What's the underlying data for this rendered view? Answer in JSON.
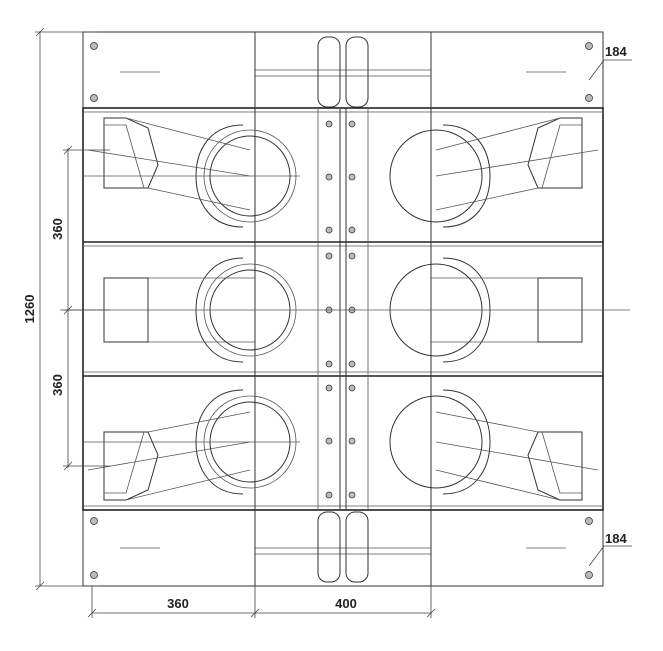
{
  "drawing": {
    "dim_total_height": "1260",
    "dim_upper_spacing": "360",
    "dim_lower_spacing": "360",
    "dim_bottom_left": "360",
    "dim_bottom_right": "400",
    "dim_top_right_callout": "184",
    "dim_bottom_right_callout": "184"
  }
}
